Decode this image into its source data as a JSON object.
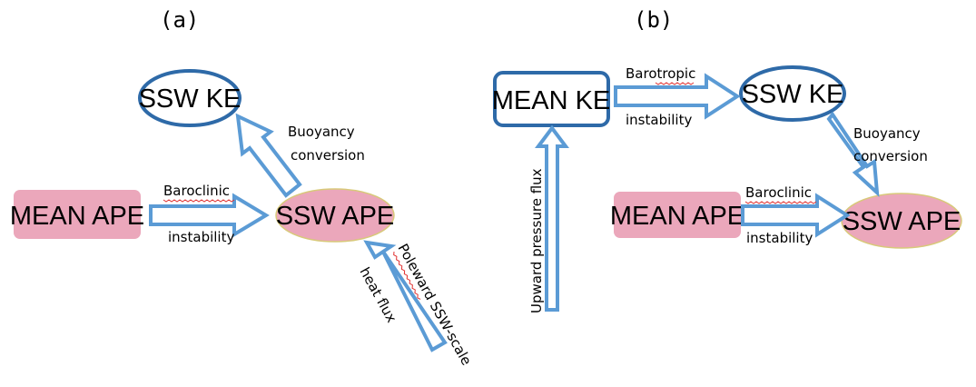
{
  "panels": {
    "a": {
      "label": "(a)",
      "nodes": {
        "ssw_ke": "SSW KE",
        "mean_ape": "MEAN APE",
        "ssw_ape": "SSW APE"
      },
      "edges": {
        "baroclinic_1": "Baroclinic",
        "baroclinic_2": "instability",
        "buoyancy_1": "Buoyancy",
        "buoyancy_2": "conversion",
        "poleward_1": "Poleward SSW-scale",
        "poleward_2": "heat flux"
      }
    },
    "b": {
      "label": "(b)",
      "nodes": {
        "mean_ke": "MEAN KE",
        "ssw_ke": "SSW KE",
        "mean_ape": "MEAN APE",
        "ssw_ape": "SSW APE"
      },
      "edges": {
        "barotropic_1": "Barotropic",
        "barotropic_2": "instability",
        "buoyancy_1": "Buoyancy",
        "buoyancy_2": "conversion",
        "baroclinic_1": "Baroclinic",
        "baroclinic_2": "instability",
        "upward": "Upward pressure  flux"
      }
    }
  },
  "colors": {
    "pink_fill": "#eba7bb",
    "ellipse_stroke": "#2e6aa8",
    "arrow_stroke": "#5b9bd5",
    "ape_ellipse_stroke": "#d8c97a"
  }
}
